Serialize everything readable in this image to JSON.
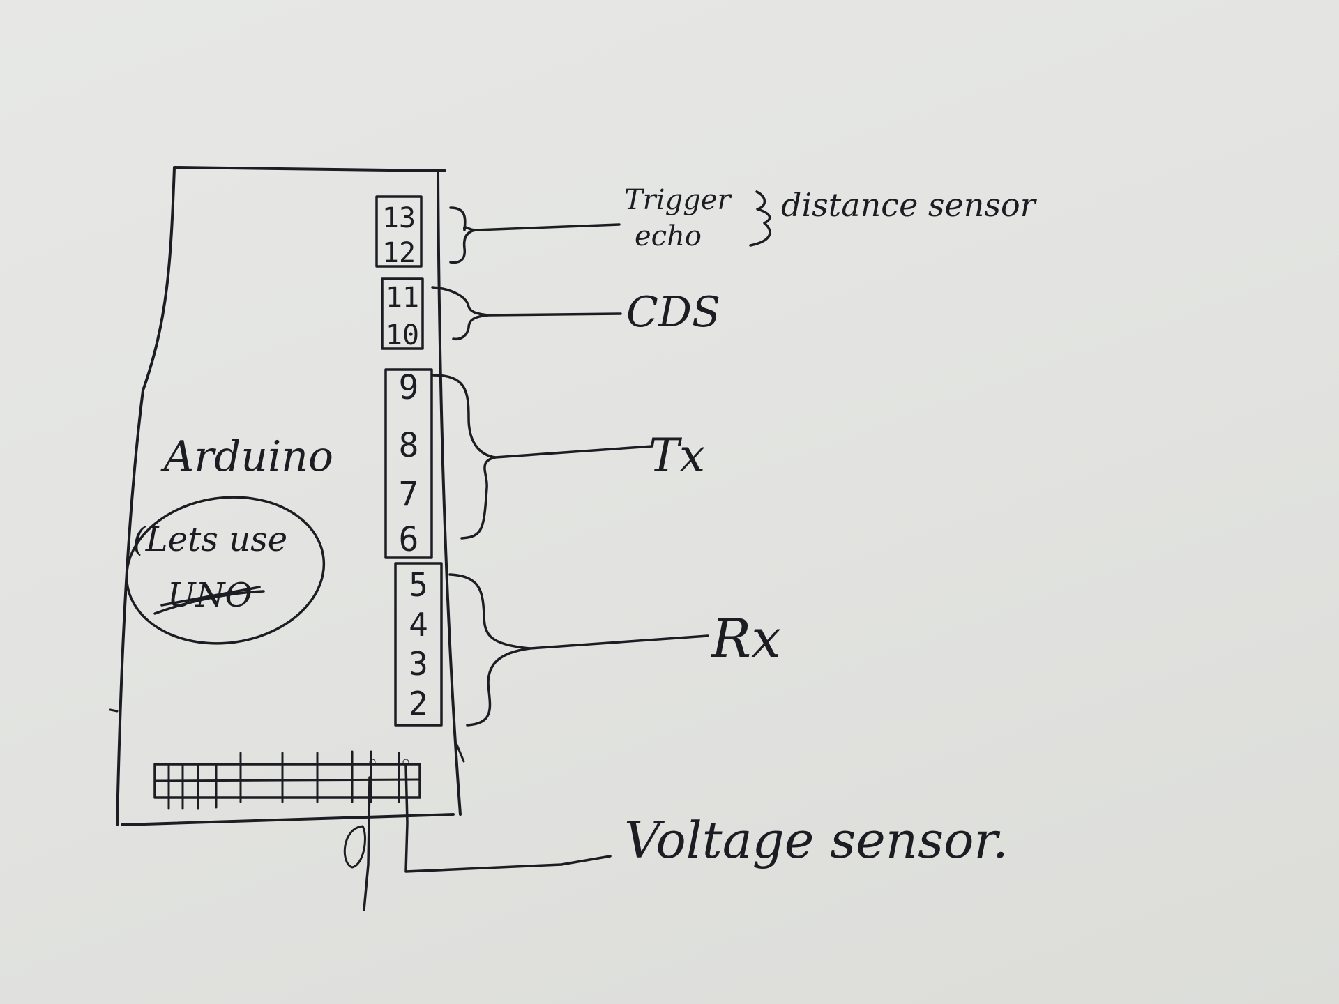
{
  "board": {
    "name": "Arduino",
    "note": "(Lets use",
    "struck_text": "UNO"
  },
  "pins": {
    "group_distance": [
      "13",
      "12"
    ],
    "group_cds": [
      "11",
      "10"
    ],
    "group_tx": [
      "9",
      "8",
      "7",
      "6"
    ],
    "group_rx": [
      "5",
      "4",
      "3",
      "2"
    ]
  },
  "labels": {
    "trigger": "Trigger",
    "echo": "echo",
    "distance_sensor": "distance sensor",
    "cds": "CDS",
    "tx": "Tx",
    "rx": "Rx",
    "voltage_sensor": "Voltage sensor."
  },
  "colors": {
    "ink": "#1c1d22",
    "paper": "#e3e4e1"
  }
}
